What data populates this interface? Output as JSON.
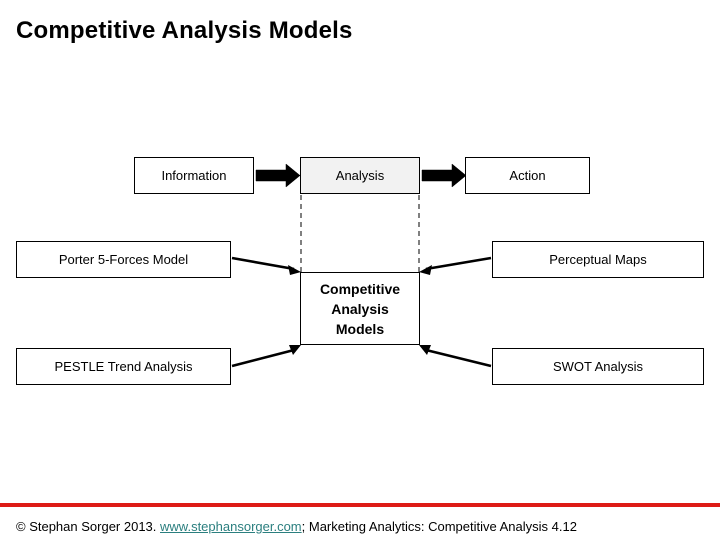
{
  "page": {
    "title": "Competitive Analysis Models",
    "background_color": "#ffffff"
  },
  "diagram": {
    "type": "flow-and-hub",
    "flow_row": [
      {
        "id": "information",
        "label": "Information",
        "fill": "#ffffff"
      },
      {
        "id": "analysis",
        "label": "Analysis",
        "fill": "#f2f2f2"
      },
      {
        "id": "action",
        "label": "Action",
        "fill": "#ffffff"
      }
    ],
    "flow_connectors": [
      {
        "from": "information",
        "to": "analysis",
        "style": "thick-block-arrow"
      },
      {
        "from": "analysis",
        "to": "action",
        "style": "thick-block-arrow"
      }
    ],
    "center": {
      "id": "center",
      "label_line1": "Competitive",
      "label_line2": "Analysis",
      "label_line3": "Models"
    },
    "models": [
      {
        "id": "porter",
        "label": "Porter 5-Forces Model",
        "position": "top-left"
      },
      {
        "id": "perceptual",
        "label": "Perceptual Maps",
        "position": "top-right"
      },
      {
        "id": "pestle",
        "label": "PESTLE Trend Analysis",
        "position": "bottom-left"
      },
      {
        "id": "swot",
        "label": "SWOT Analysis",
        "position": "bottom-right"
      }
    ],
    "model_connectors": [
      {
        "from": "porter",
        "to": "center",
        "style": "solid-arrow"
      },
      {
        "from": "perceptual",
        "to": "center",
        "style": "solid-arrow"
      },
      {
        "from": "pestle",
        "to": "center",
        "style": "solid-arrow"
      },
      {
        "from": "swot",
        "to": "center",
        "style": "solid-arrow"
      }
    ],
    "callout_connectors": [
      {
        "from": "analysis",
        "to": "center",
        "style": "dashed-expand"
      }
    ],
    "colors": {
      "line": "#000000",
      "shaded_fill": "#f2f2f2",
      "node_fill": "#ffffff"
    }
  },
  "footer": {
    "rule_color": "#dd1b16",
    "copyright": "© Stephan Sorger 2013. ",
    "link_text": "www.stephansorger.com",
    "link_color": "#2b7f7f",
    "suffix": "; Marketing Analytics: Competitive Analysis 4.12"
  }
}
